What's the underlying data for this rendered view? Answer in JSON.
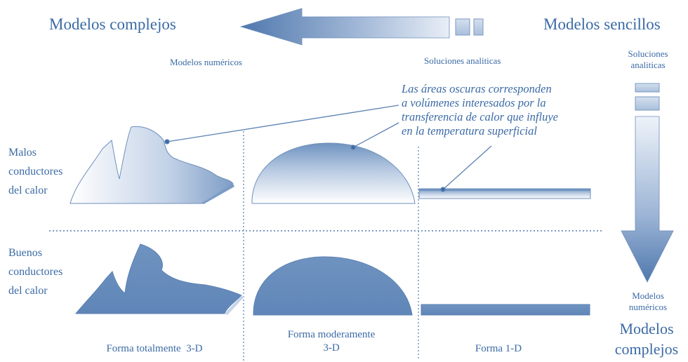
{
  "top": {
    "left_title": "Modelos complejos",
    "right_title": "Modelos sencillos"
  },
  "subheaders": {
    "numeric": "Modelos numéricos",
    "analytic": "Soluciones analiticas"
  },
  "annotation": {
    "lines": [
      "Las áreas oscuras corresponden",
      "a volúmenes interesados por la",
      "transferencia de calor que influye",
      "en la temperatura superficial"
    ]
  },
  "rows": {
    "bad": [
      "Malos",
      "conductores",
      "del calor"
    ],
    "good": [
      "Buenos",
      "conductores",
      "del calor"
    ]
  },
  "columns": {
    "col1": [
      "Forma totalmente  3-D"
    ],
    "col2": [
      "Forma moderamente",
      "3-D"
    ],
    "col3": [
      "Forma 1-D"
    ]
  },
  "right_axis": {
    "top_label": [
      "Soluciones",
      "analiticas"
    ],
    "bottom_label": [
      "Modelos",
      "numéricos"
    ],
    "bottom_title": [
      "Modelos",
      "complejos"
    ]
  },
  "colors": {
    "accent": "#3b6aa5",
    "shape_fill": "#6f93c0",
    "divider": "#7d9bc4"
  }
}
